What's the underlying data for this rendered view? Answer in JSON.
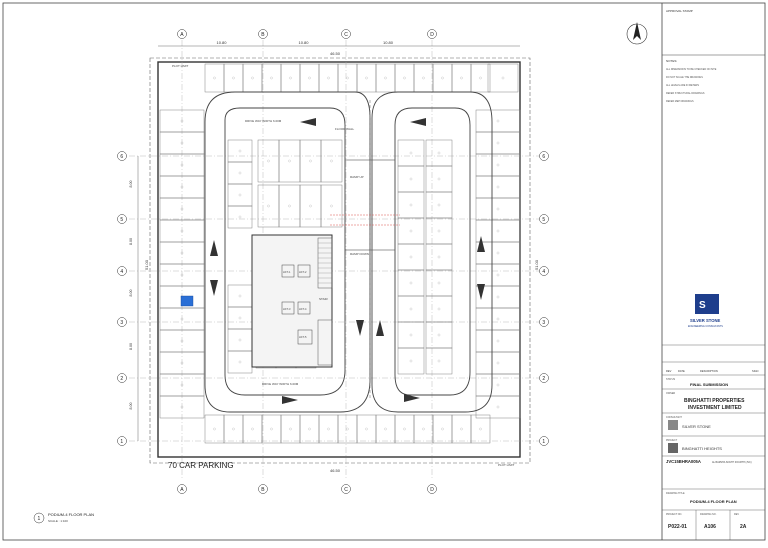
{
  "drawing": {
    "title_label": "70 CAR PARKING",
    "plan_caption": "PODIUM-4 FLOOR PLAN",
    "plan_scale": "SCALE : 1:100",
    "plan_number": "1",
    "column_grid": [
      "A",
      "B",
      "C",
      "D"
    ],
    "row_grid": [
      "6",
      "5",
      "4",
      "3",
      "2",
      "1"
    ],
    "top_dims": [
      "10.80",
      "10.80",
      "10.80"
    ],
    "overall_dim": "46.50",
    "left_dims": [
      "8.00",
      "8.00",
      "8.00",
      "8.00",
      "8.00"
    ],
    "overall_side": "51.00",
    "plot_limit": "PLOT LIMIT",
    "drive_way": "DRIVE WAY WIDTH 6.00M",
    "ramp_up": "RAMP UP",
    "ramp_down": "RAMP DOWN",
    "lift_labels": [
      "LIFT-1",
      "LIFT-2",
      "LIFT-3",
      "LIFT-4",
      "LIFT-5"
    ],
    "stair": "STAIR",
    "floor_wall": "FLOOR WALL"
  },
  "title_block": {
    "approval_stamp": "APPROVAL STAMP",
    "notes_heading": "NOTES:",
    "notes": [
      "ALL DIMENSIONS TO BE CHECKED ON SITE",
      "DO NOT SCALE THE DRAWINGS",
      "ALL LEVELS ARE IN METERS",
      "REFER STRUCTURAL DRAWINGS",
      "REFER MEP DRAWINGS"
    ],
    "logo_text": "SILVER STONE",
    "logo_sub": "ENGINEERING CONSULTANTS",
    "revision_header": [
      "REV",
      "DATE",
      "DESCRIPTION",
      "SIGN"
    ],
    "status_label": "STATUS",
    "status": "FINAL SUBMISSION",
    "owner_label": "OWNER",
    "owner": "BINGHATTI PROPERTIES INVESTMENT LIMITED",
    "consultant_label": "CONSULTANT",
    "consultant": "SILVER STONE",
    "project_label": "PROJECT",
    "project": "BINGHATTI HEIGHTS",
    "plot_no": "JVC15BHRA005A",
    "location": "AL BARSHA SOUTH FOURTH (JVC)",
    "drawing_title_label": "DRAWING TITLE",
    "drawing_title": "PODIUM-4 FLOOR PLAN",
    "project_no_label": "PROJECT NO.",
    "project_no": "P022-01",
    "drawing_no_label": "DRAWING NO.",
    "drawing_no": "A106",
    "rev_label": "REV",
    "rev": "2A"
  },
  "colors": {
    "line": "#555555",
    "light_line": "#9a9a9a",
    "accent_red": "#d9534f",
    "accessible_blue": "#2a6fd6"
  }
}
